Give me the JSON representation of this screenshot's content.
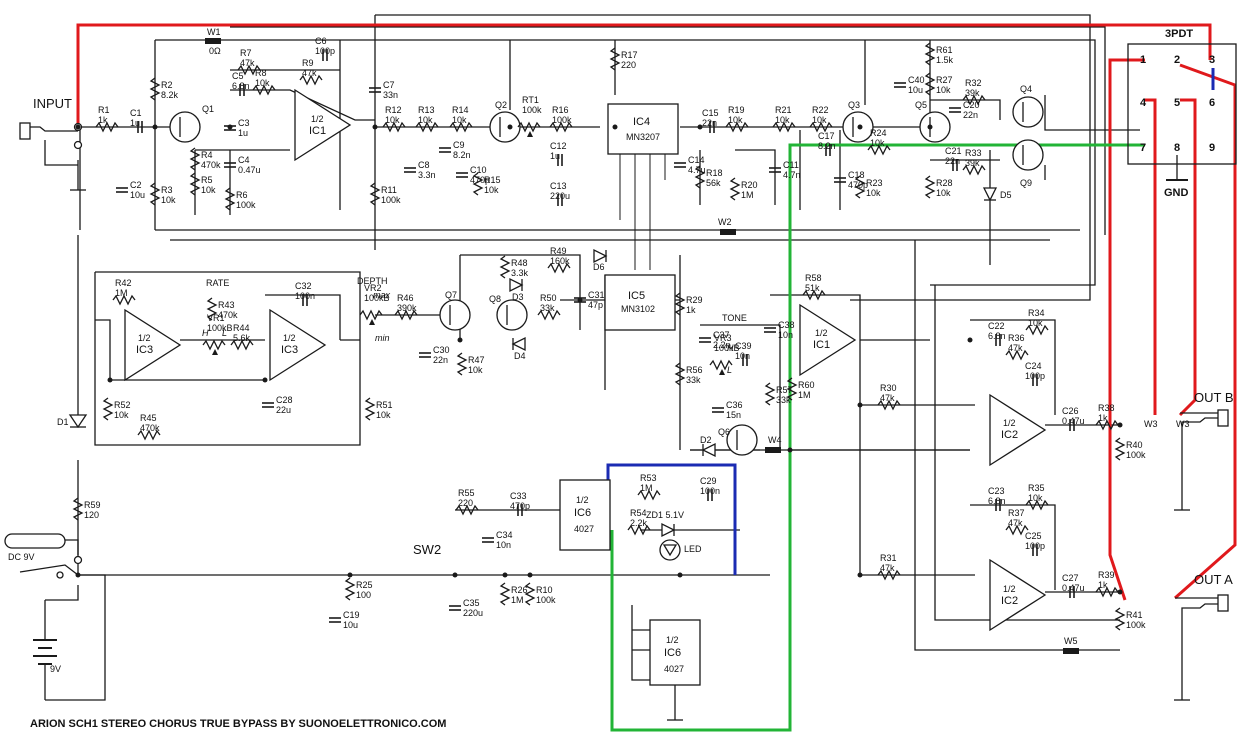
{
  "title": "ARION SCH1 STEREO CHORUS TRUE BYPASS BY SUONOELETTRONICO.COM",
  "switch": {
    "name": "3PDT",
    "pins": [
      "1",
      "2",
      "3",
      "4",
      "5",
      "6",
      "7",
      "8",
      "9"
    ],
    "gnd": "GND"
  },
  "io": {
    "input": "INPUT",
    "out_a": "OUT A",
    "out_b": "OUT B",
    "dc": "DC 9V",
    "battery": "9V",
    "sw2": "SW2"
  },
  "controls": {
    "rate": "RATE",
    "depth": "DEPTH",
    "tone": "TONE",
    "max": "max",
    "min": "min",
    "h": "H",
    "l": "L"
  },
  "ics": {
    "ic1a": [
      "1/2",
      "IC1"
    ],
    "ic1b": [
      "1/2",
      "IC1"
    ],
    "ic2a": [
      "1/2",
      "IC2"
    ],
    "ic2b": [
      "1/2",
      "IC2"
    ],
    "ic3a": [
      "1/2",
      "IC3"
    ],
    "ic3b": [
      "1/2",
      "IC3"
    ],
    "ic4": [
      "IC4",
      "MN3207"
    ],
    "ic5": [
      "IC5",
      "MN3102"
    ],
    "ic6a": [
      "1/2",
      "IC6",
      "4027"
    ],
    "ic6b": [
      "1/2",
      "IC6",
      "4027"
    ]
  },
  "transistors": [
    "Q1",
    "Q2",
    "Q3",
    "Q4",
    "Q5",
    "Q6",
    "Q7",
    "Q8",
    "Q9"
  ],
  "diodes": [
    "D1",
    "D2",
    "D3",
    "D4",
    "D5",
    "D6",
    "ZD1 5.1V",
    "LED"
  ],
  "wires": [
    "W1",
    "0Ω",
    "W2",
    "W3",
    "W3",
    "W4",
    "W5"
  ],
  "components": {
    "resistors": [
      "R1 1k",
      "R2 8.2k",
      "R3 10k",
      "R4 470k",
      "R5 10k",
      "R6 100k",
      "R7 47k",
      "R8 10k",
      "R9 47k",
      "R10 100k",
      "R11 100k",
      "R12 10k",
      "R13 10k",
      "R14 10k",
      "R15 10k",
      "R16 100k",
      "R17 220",
      "R18 56k",
      "R19 10k",
      "R20 1M",
      "R21 10k",
      "R22 10k",
      "R23 10k",
      "R24 10k",
      "R25 100",
      "R26 1M",
      "R27 10k",
      "R28 10k",
      "R29 1k",
      "R30 47k",
      "R31 47k",
      "R32 39k",
      "R33 39k",
      "R34 10k",
      "R35 10k",
      "R36 47k",
      "R37 47k",
      "R38 1k",
      "R39 1k",
      "R40 100k",
      "R41 100k",
      "R42 1M",
      "R43 470k",
      "R44 5.6k",
      "R45 470k",
      "R46 390k",
      "R47 10k",
      "R48 3.3k",
      "R49 160k",
      "R50 33k",
      "R51 10k",
      "R52 10k",
      "R53 1M",
      "R54 2.2k",
      "R55 220",
      "R56 33k",
      "R57 33k",
      "R58 51k",
      "R59 120",
      "R60 1M",
      "R61 1.5k"
    ],
    "capacitors": [
      "C1 1u",
      "C2 10u",
      "C3 1u",
      "C4 0.47u",
      "C5 6.8n",
      "C6 100p",
      "C7 33n",
      "C8 3.3n",
      "C9 8.2n",
      "C10 470p",
      "C11 4.7n",
      "C12 1u",
      "C13 220u",
      "C14 4.7u",
      "C15 22n",
      "C17 8.2n",
      "C18 470p",
      "C19 10u",
      "C20 22n",
      "C21 22n",
      "C22 6.8n",
      "C23 6.8n",
      "C24 100p",
      "C25 100p",
      "C26 0.47u",
      "C27 0.47u",
      "C28 22u",
      "C29 100n",
      "C30 22n",
      "C31 47p",
      "C32 100n",
      "C33 470p",
      "C34 10n",
      "C35 220u",
      "C36 15n",
      "C37 2.2n",
      "C38 10n",
      "C39 10n",
      "C40 10u"
    ],
    "pots": [
      "RT1 100k",
      "VR1 100kB",
      "VR2 100kB",
      "VR3 100kB"
    ]
  }
}
